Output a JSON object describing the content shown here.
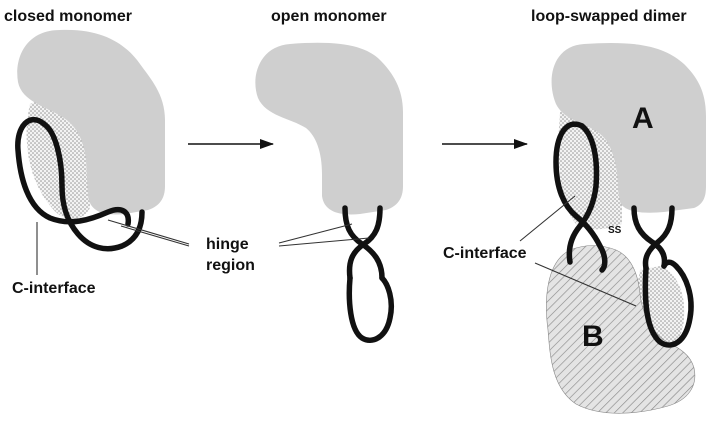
{
  "titles": {
    "closed": "closed monomer",
    "open": "open monomer",
    "dimer": "loop-swapped dimer"
  },
  "labels": {
    "c_interface_left": "C-interface",
    "hinge_line1": "hinge",
    "hinge_line2": "region",
    "c_interface_right": "C-interface",
    "disulfide": "SS",
    "subunit_a": "A",
    "subunit_b": "B"
  },
  "colors": {
    "domain_fill": "#cfcfcf",
    "hatch_stroke": "#8a8a8a",
    "loop_stroke": "#111111",
    "dot_color": "#8c8c8c"
  },
  "icons": {
    "step_arrow": "right-arrow-icon"
  }
}
